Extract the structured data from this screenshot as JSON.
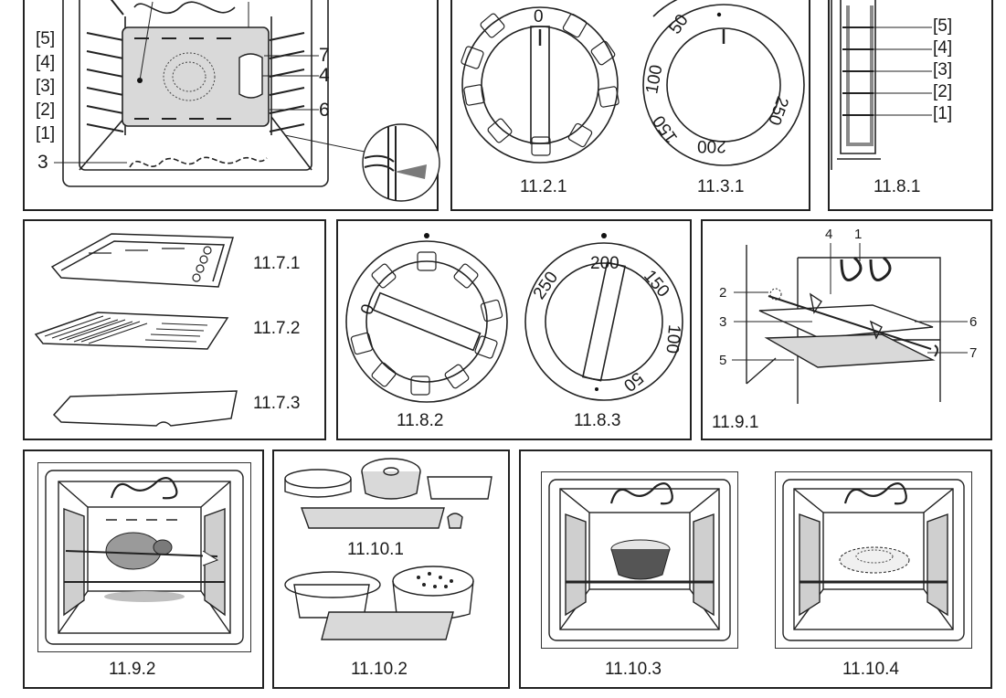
{
  "figures": {
    "p1": {
      "levels": [
        "[5]",
        "[4]",
        "[3]",
        "[2]",
        "[1]"
      ],
      "callouts": [
        "7",
        "4",
        "6",
        "3"
      ]
    },
    "p2": {
      "dial_mark": "0",
      "cap_left": "11.2.1",
      "cap_right": "11.3.1",
      "temps": [
        "50",
        "100",
        "150",
        "200",
        "250"
      ]
    },
    "p3": {
      "levels": [
        "[5]",
        "[4]",
        "[3]",
        "[2]",
        "[1]"
      ],
      "caption": "11.8.1"
    },
    "p4": {
      "captions": [
        "11.7.1",
        "11.7.2",
        "11.7.3"
      ]
    },
    "p5": {
      "dial_mark": "0",
      "cap_left": "11.8.2",
      "cap_right": "11.8.3",
      "temps": [
        "200",
        "150",
        "100",
        "50",
        "250"
      ]
    },
    "p6": {
      "callouts": [
        "4",
        "1",
        "2",
        "3",
        "6",
        "5",
        "7"
      ],
      "caption": "11.9.1"
    },
    "p7": {
      "caption": "11.9.2"
    },
    "p8": {
      "caption_top": "11.10.1",
      "caption_bottom": "11.10.2"
    },
    "p9": {
      "caption_left": "11.10.3",
      "caption_right": "11.10.4"
    }
  },
  "colors": {
    "line": "#222222",
    "tray": "#d9d9d9",
    "shade": "#8a8a8a",
    "arrow": "#7a7a7a"
  }
}
